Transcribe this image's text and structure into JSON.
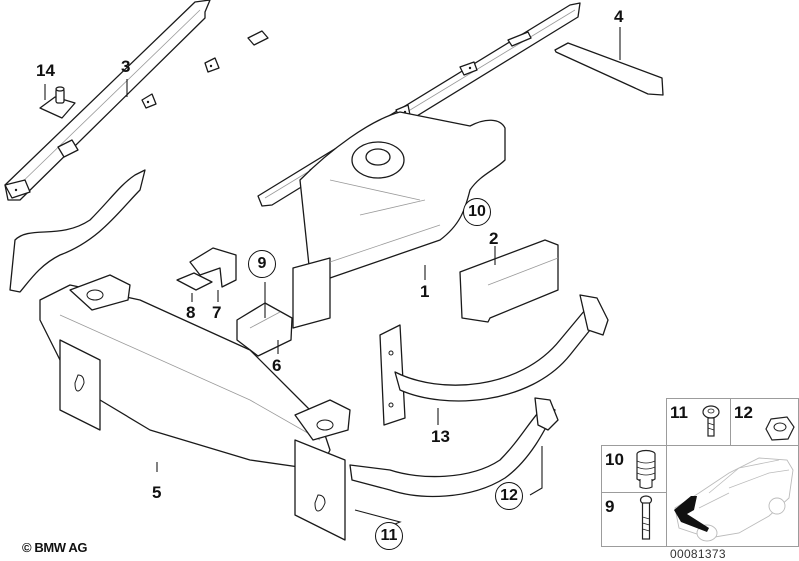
{
  "diagram": {
    "title": "Front axle support / bumper carrier parts diagram",
    "copyright": "© BMW AG",
    "diagram_id": "00081373",
    "part_labels": [
      {
        "id": "1",
        "text": "1",
        "circled": false
      },
      {
        "id": "2",
        "text": "2",
        "circled": false
      },
      {
        "id": "3",
        "text": "3",
        "circled": false
      },
      {
        "id": "4",
        "text": "4",
        "circled": false
      },
      {
        "id": "5",
        "text": "5",
        "circled": false
      },
      {
        "id": "6",
        "text": "6",
        "circled": false
      },
      {
        "id": "7",
        "text": "7",
        "circled": false
      },
      {
        "id": "8",
        "text": "8",
        "circled": false
      },
      {
        "id": "9",
        "text": "9",
        "circled": true
      },
      {
        "id": "10",
        "text": "10",
        "circled": true
      },
      {
        "id": "11",
        "text": "11",
        "circled": true
      },
      {
        "id": "12",
        "text": "12",
        "circled": true
      },
      {
        "id": "13",
        "text": "13",
        "circled": false
      },
      {
        "id": "14",
        "text": "14",
        "circled": false
      }
    ],
    "legend": {
      "cells": [
        {
          "number": "11",
          "icon": "screw-icon"
        },
        {
          "number": "12",
          "icon": "hex-nut-icon"
        },
        {
          "number": "10",
          "icon": "expanding-nut-icon"
        },
        {
          "number": "9",
          "icon": "bolt-icon"
        }
      ],
      "car_locator": "car-locator-icon"
    }
  }
}
